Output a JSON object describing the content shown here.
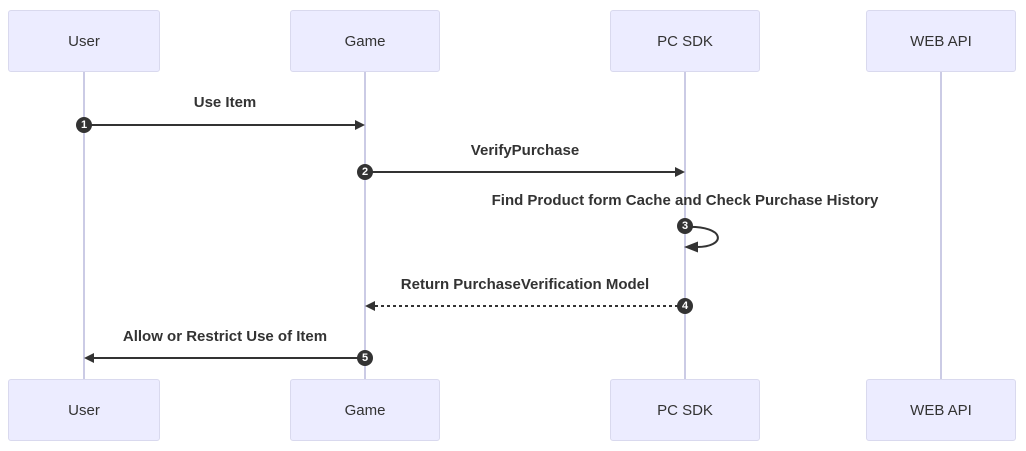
{
  "diagram": {
    "type": "sequence-diagram",
    "actors": [
      {
        "name": "User"
      },
      {
        "name": "Game"
      },
      {
        "name": "PC SDK"
      },
      {
        "name": "WEB API"
      }
    ],
    "messages": [
      {
        "num": "1",
        "text": "Use Item",
        "from": "User",
        "to": "Game",
        "line": "solid"
      },
      {
        "num": "2",
        "text": "VerifyPurchase",
        "from": "Game",
        "to": "PC SDK",
        "line": "solid"
      },
      {
        "num": "3",
        "text": "Find Product form Cache and Check Purchase History",
        "from": "PC SDK",
        "to": "PC SDK",
        "line": "self-loop"
      },
      {
        "num": "4",
        "text": "Return PurchaseVerification Model",
        "from": "PC SDK",
        "to": "Game",
        "line": "dotted"
      },
      {
        "num": "5",
        "text": "Allow or Restrict Use of Item",
        "from": "Game",
        "to": "User",
        "line": "solid"
      }
    ],
    "colors": {
      "actor_fill": "#ECECFF",
      "actor_border": "#D9D9EE",
      "lifeline": "#CBCBE5",
      "arrow": "#333333",
      "text": "#333333",
      "number_bg": "#333333",
      "number_text": "#ffffff",
      "bg": "#ffffff"
    }
  }
}
